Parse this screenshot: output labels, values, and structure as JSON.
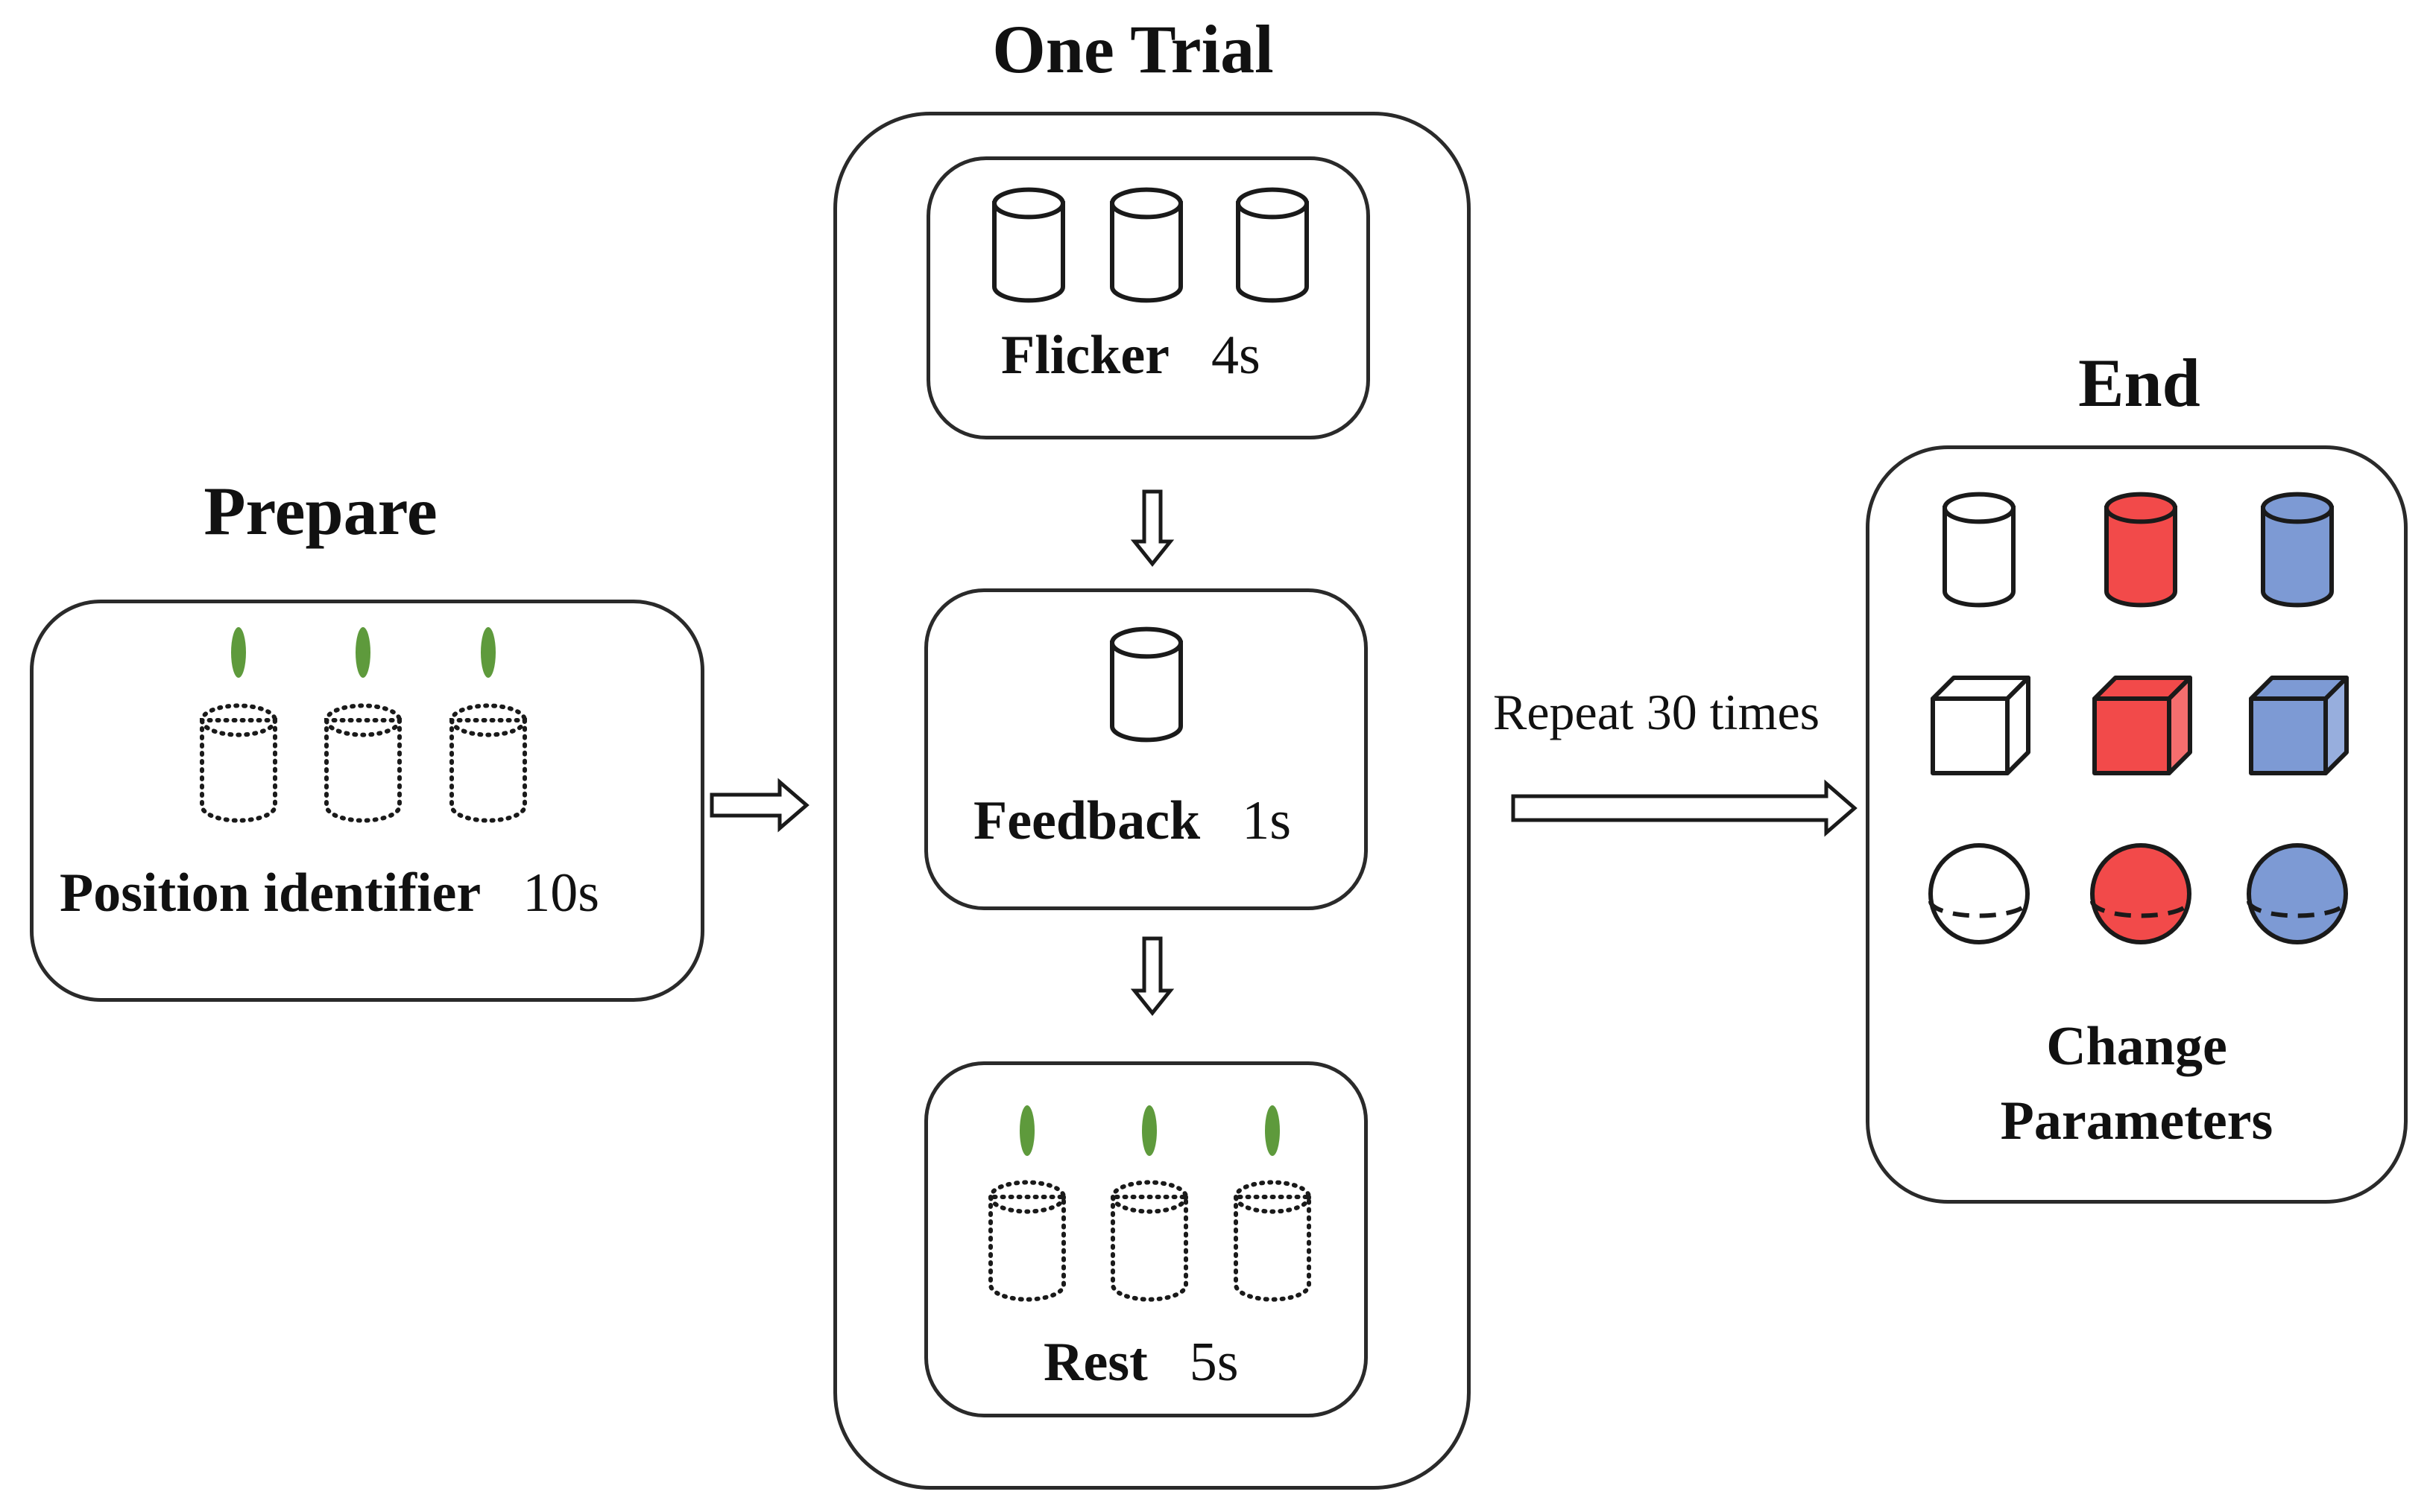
{
  "prepare": {
    "title": "Prepare",
    "label": "Position identifier",
    "duration": "10s"
  },
  "trial": {
    "title": "One Trial",
    "flicker": {
      "label": "Flicker",
      "duration": "4s"
    },
    "feedback": {
      "label": "Feedback",
      "duration": "1s"
    },
    "rest": {
      "label": "Rest",
      "duration": "5s"
    }
  },
  "repeat": {
    "label": "Repeat 30 times"
  },
  "end": {
    "title": "End",
    "caption_line1": "Change",
    "caption_line2": "Parameters"
  },
  "colors": {
    "white": "#ffffff",
    "red": "#f24a4a",
    "blue": "#7d9ad4",
    "green": "#5e9a3c",
    "stroke": "#1a1a1a"
  },
  "icons": [
    "cylinder-icon",
    "dotted-cylinder-icon",
    "green-marker-icon",
    "cube-icon",
    "sphere-icon",
    "hollow-arrow-icon"
  ]
}
